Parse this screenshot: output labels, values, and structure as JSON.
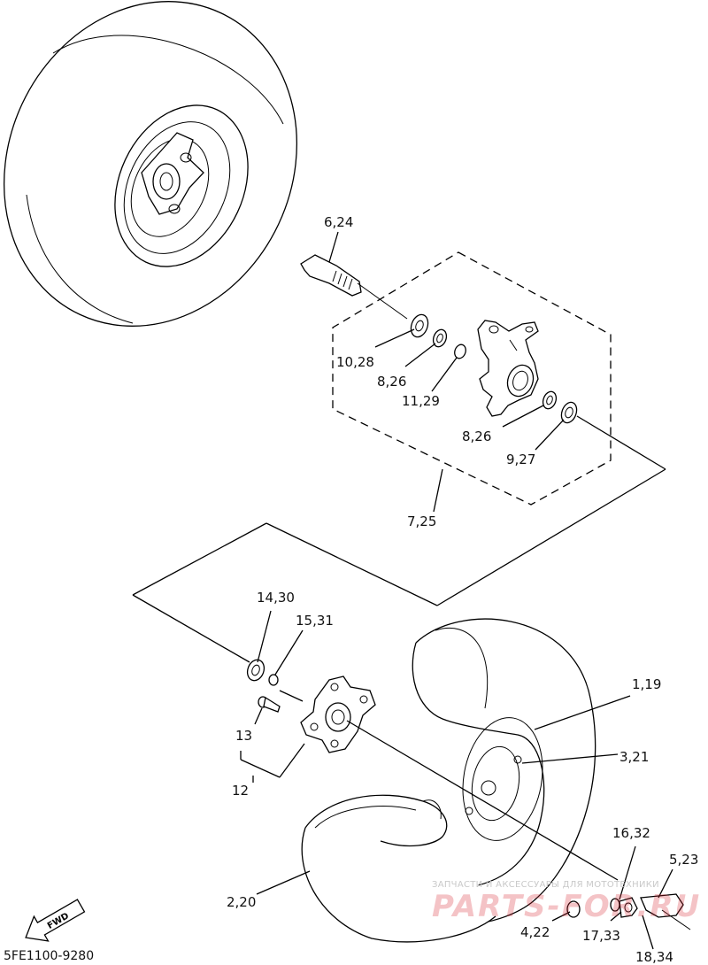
{
  "diagram": {
    "labels": {
      "l_6_24": "6,24",
      "l_10_28": "10,28",
      "l_8_26a": "8,26",
      "l_11_29": "11,29",
      "l_8_26b": "8,26",
      "l_9_27": "9,27",
      "l_7_25": "7,25",
      "l_14_30": "14,30",
      "l_15_31": "15,31",
      "l_13": "13",
      "l_12": "12",
      "l_1_19": "1,19",
      "l_3_21": "3,21",
      "l_16_32": "16,32",
      "l_5_23": "5,23",
      "l_2_20": "2,20",
      "l_4_22": "4,22",
      "l_17_33": "17,33",
      "l_18_34": "18,34"
    },
    "fwd_label": "FWD",
    "diagram_code": "5FE1100-9280"
  },
  "watermark": {
    "caption": "ЗАПЧАСТИ И АКСЕССУАРЫ ДЛЯ МОТОТЕХНИКИ",
    "brand": "PARTS-FOR.RU"
  }
}
